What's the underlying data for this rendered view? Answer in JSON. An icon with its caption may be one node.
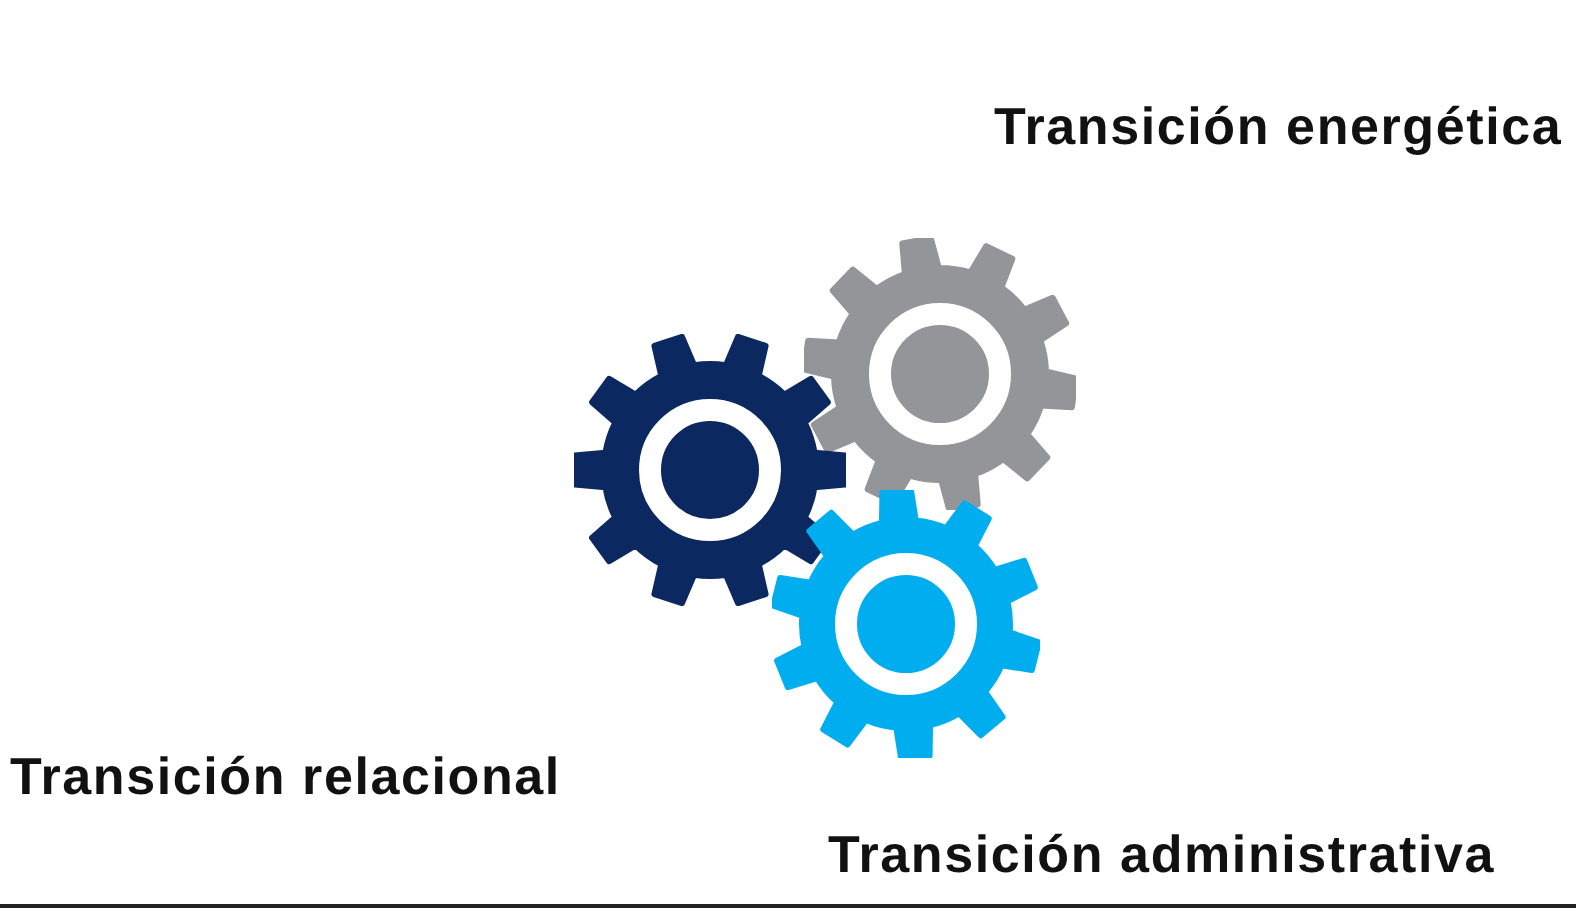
{
  "diagram": {
    "labels": [
      "Transición energética",
      "Transición relacional",
      "Transición administrativa"
    ]
  }
}
